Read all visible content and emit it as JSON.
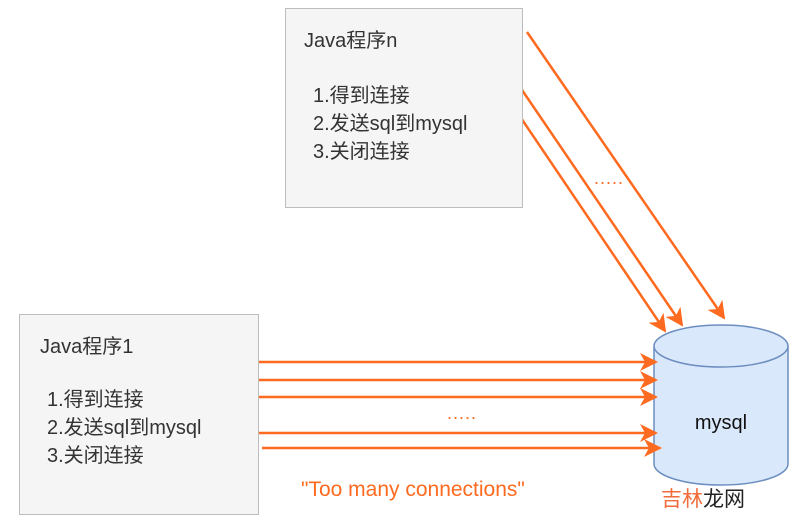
{
  "colors": {
    "arrow": "#fe6a1f",
    "box_fill": "#f5f5f5",
    "box_border": "#bdbdbd",
    "db_fill": "#dae8fc",
    "db_stroke": "#6c8ebf",
    "error_text": "#fe6a1f"
  },
  "programs": [
    {
      "title": "Java程序n",
      "steps": [
        "1.得到连接",
        "2.发送sql到mysql",
        "3.关闭连接"
      ]
    },
    {
      "title": "Java程序1",
      "steps": [
        "1.得到连接",
        "2.发送sql到mysql",
        "3.关闭连接"
      ]
    }
  ],
  "database": {
    "label": "mysql",
    "icon": "database-cylinder-icon"
  },
  "ellipsis_top": ".....",
  "ellipsis_mid": ".....",
  "error_message": "\"Too many connections\"",
  "watermark": {
    "part1": "吉林",
    "part2": "龙网"
  },
  "connections": {
    "from_program_n": 3,
    "from_program_1": 5
  }
}
